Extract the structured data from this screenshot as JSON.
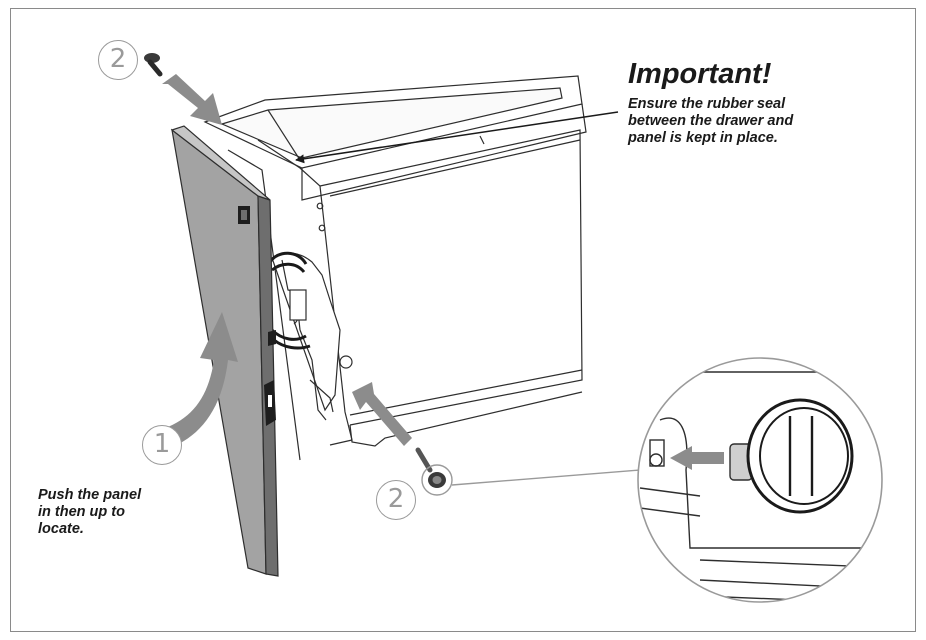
{
  "callouts": {
    "step_1": "1",
    "step_2_top": "2",
    "step_2_bottom": "2"
  },
  "important": {
    "title": "Important!",
    "lines": [
      "Ensure the rubber seal",
      "between the drawer and",
      "panel is kept in place."
    ]
  },
  "instruction": {
    "lines": [
      "Push the panel",
      "in then up to",
      "locate."
    ]
  },
  "colors": {
    "arrow": "#8c8c8c",
    "panel_face": "#a2a2a2",
    "panel_edge": "#6e6e6e",
    "line_art": "#2e2e2e",
    "callout_circle": "#9a9a9a"
  }
}
